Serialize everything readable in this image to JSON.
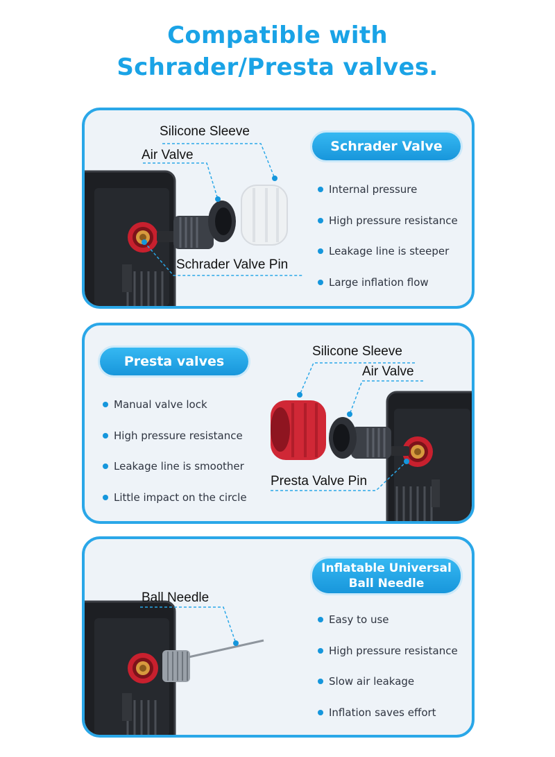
{
  "headline": {
    "line1": "Compatible with",
    "line2": "Schrader/Presta valves."
  },
  "colors": {
    "accent": "#1aa3e6",
    "card_border": "#2aa7e8",
    "card_bg": "#eef3f8",
    "bullet": "#1596dc",
    "sleeve_red": "#d02836",
    "sleeve_clear": "#eef1f3"
  },
  "schrader": {
    "badge": "Schrader Valve",
    "labels": {
      "sleeve": "Silicone Sleeve",
      "air_valve": "Air Valve",
      "pin": "Schrader Valve Pin"
    },
    "features": [
      "Internal pressure",
      "High pressure resistance",
      "Leakage line is steeper",
      "Large inflation flow"
    ]
  },
  "presta": {
    "badge": "Presta valves",
    "labels": {
      "sleeve": "Silicone Sleeve",
      "air_valve": "Air Valve",
      "pin": "Presta Valve Pin"
    },
    "features": [
      "Manual valve lock",
      "High pressure resistance",
      "Leakage line is smoother",
      "Little impact on the circle"
    ]
  },
  "needle": {
    "badge_line1": "Inflatable Universal",
    "badge_line2": "Ball Needle",
    "labels": {
      "needle": "Ball Needle"
    },
    "features": [
      "Easy to use",
      "High pressure resistance",
      "Slow air leakage",
      "Inflation saves effort"
    ]
  }
}
